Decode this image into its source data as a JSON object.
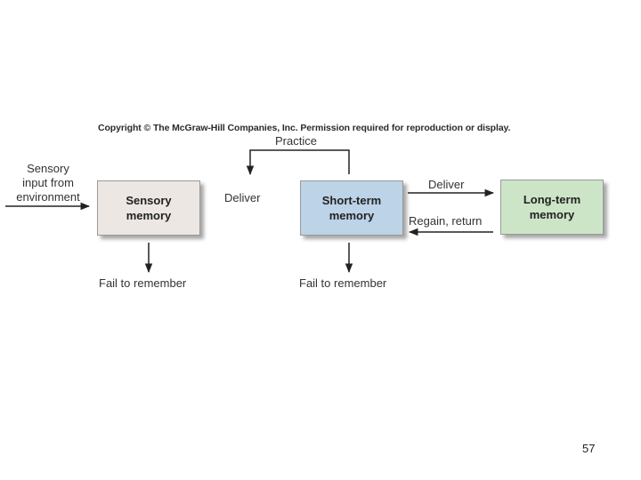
{
  "copyright": "Copyright © The McGraw-Hill Companies, Inc. Permission required for reproduction or display.",
  "labels": {
    "practice": "Practice",
    "deliver_left": "Deliver",
    "deliver_right": "Deliver",
    "regain": "Regain, return",
    "fail_sensory": "Fail to remember",
    "fail_short": "Fail to remember",
    "input_line1": "Sensory",
    "input_line2": "input from",
    "input_line3": "environment"
  },
  "boxes": {
    "sensory": {
      "line1": "Sensory",
      "line2": "memory",
      "color": "#ece7e3"
    },
    "short_term": {
      "line1": "Short-term",
      "line2": "memory",
      "color": "#bcd3e8"
    },
    "long_term": {
      "line1": "Long-term",
      "line2": "memory",
      "color": "#cde5c7"
    }
  },
  "page_number": "57"
}
